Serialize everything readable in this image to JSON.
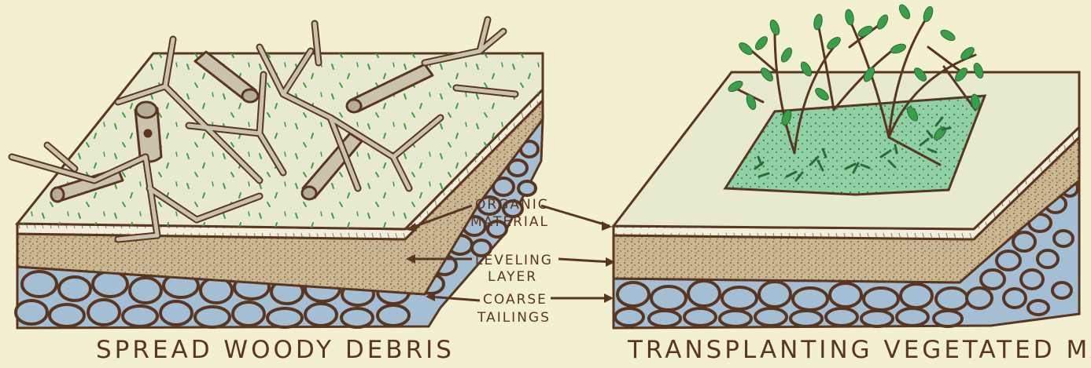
{
  "panels": {
    "left": {
      "caption": "SPREAD WOODY DEBRIS"
    },
    "right": {
      "caption": "TRANSPLANTING VEGETATED MASS"
    }
  },
  "layers": {
    "organic": {
      "line1": "ORGANIC",
      "line2": "MATERIAL"
    },
    "leveling": {
      "line1": "LEVELING",
      "line2": "LAYER"
    },
    "coarse": {
      "line1": "COARSE",
      "line2": "TAILINGS"
    }
  },
  "colors": {
    "background": "#f3f0d2",
    "outline": "#5a3620",
    "organic_surface": "#e8ead0",
    "leveling": "#c9b792",
    "rock": "#a4bfd4",
    "wood": "#c9c3ae",
    "vegetation": "#8fd0a4",
    "leaf": "#3aa048"
  }
}
